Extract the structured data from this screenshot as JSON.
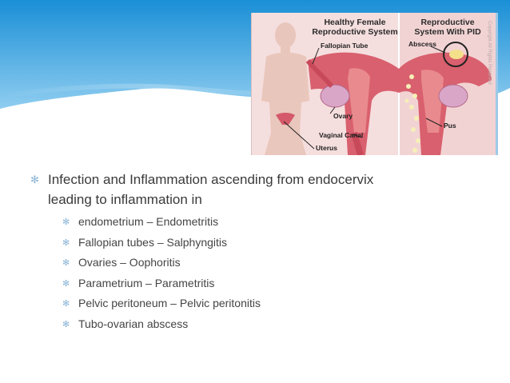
{
  "figure": {
    "left_title": "Healthy Female\nReproductive System",
    "right_title": "Reproductive\nSystem With PID",
    "labels": {
      "fallopian_tube": "Fallopian Tube",
      "ovary": "Ovary",
      "vaginal_canal": "Vaginal Canal",
      "uterus": "Uterus",
      "abscess": "Abscess",
      "pus": "Pus"
    },
    "watermark": "Copyright All Rights Reserved"
  },
  "content": {
    "main_bullet": "Infection and Inflammation ascending from endocervix leading to inflammation in",
    "sub_bullets": [
      "endometrium – Endometritis",
      "Fallopian tubes – Salphyngitis",
      "Ovaries – Oophoritis",
      "Parametrium – Parametritis",
      "Pelvic peritoneum – Pelvic peritonitis",
      "Tubo-ovarian abscess"
    ]
  },
  "colors": {
    "header_top": "#1a8fd6",
    "header_bottom": "#7ec3ec",
    "bullet": "#8ab4d6",
    "text": "#3a3a3a"
  }
}
